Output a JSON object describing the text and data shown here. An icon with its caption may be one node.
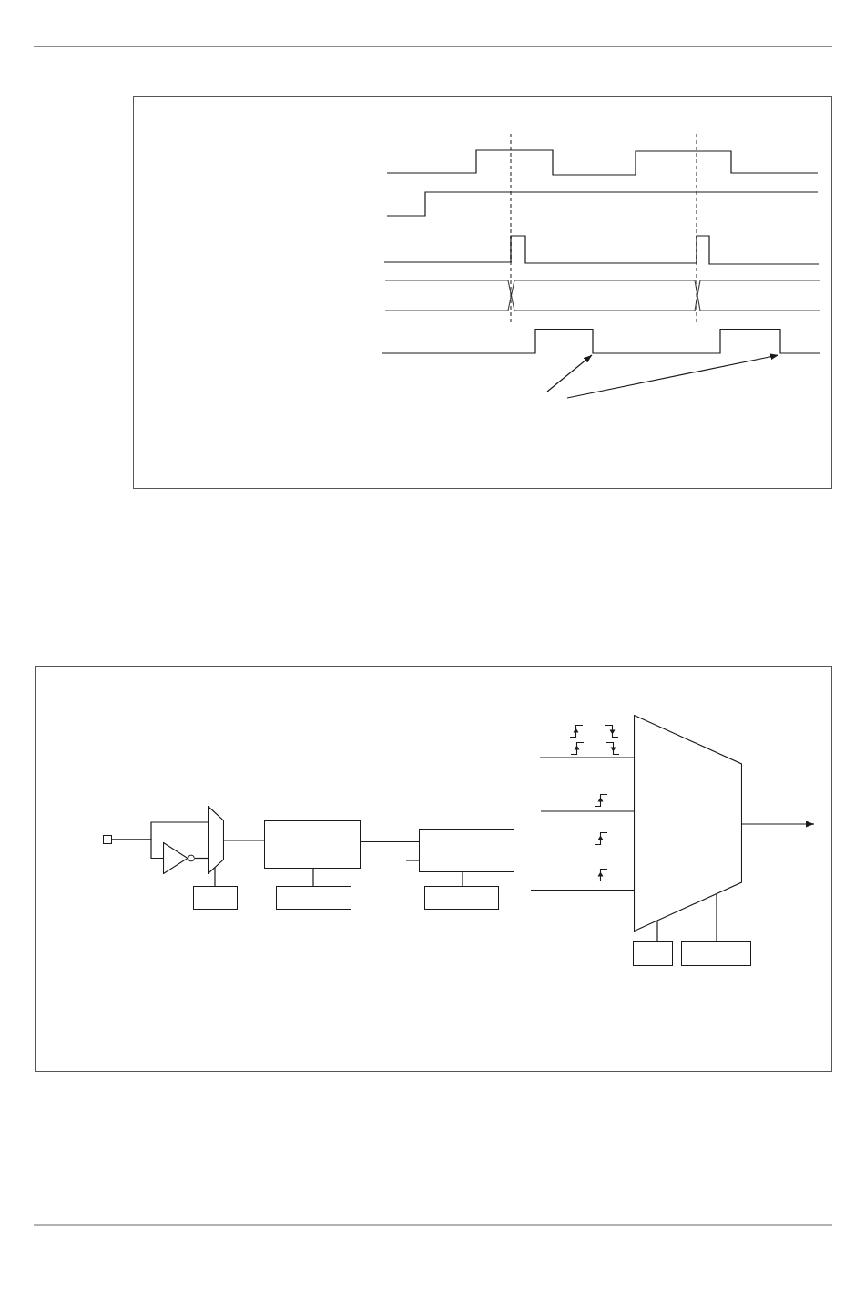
{
  "diagram": {
    "nodes": [
      {
        "text": [],
        "shape": "waveform"
      },
      {
        "text": [],
        "shape": "box"
      },
      {
        "text": [],
        "shape": "triangle"
      },
      {
        "text": [],
        "shape": "trapezoid"
      },
      {
        "text": [],
        "shape": "box"
      },
      {
        "text": [],
        "shape": "box"
      },
      {
        "text": [],
        "shape": "box"
      },
      {
        "text": [],
        "shape": "box"
      },
      {
        "text": [],
        "shape": "box"
      },
      {
        "text": [],
        "shape": "trapezoid"
      },
      {
        "text": [],
        "shape": "box"
      },
      {
        "text": [],
        "shape": "box"
      }
    ],
    "edges": [
      {
        "from": null,
        "to": 0,
        "arrow": "to"
      },
      {
        "from": null,
        "to": 0,
        "arrow": "to"
      },
      {
        "from": 1,
        "to": 3,
        "arrow": "none"
      },
      {
        "from": 1,
        "to": 2,
        "arrow": "none"
      },
      {
        "from": 2,
        "to": 3,
        "arrow": "none"
      },
      {
        "from": 4,
        "to": 3,
        "arrow": "none"
      },
      {
        "from": 3,
        "to": 5,
        "arrow": "none"
      },
      {
        "from": 6,
        "to": 5,
        "arrow": "none"
      },
      {
        "from": 5,
        "to": 7,
        "arrow": "none"
      },
      {
        "from": null,
        "to": 7,
        "arrow": "none"
      },
      {
        "from": 8,
        "to": 7,
        "arrow": "none"
      },
      {
        "from": null,
        "to": 9,
        "arrow": "none"
      },
      {
        "from": null,
        "to": 9,
        "arrow": "none"
      },
      {
        "from": 7,
        "to": 9,
        "arrow": "none"
      },
      {
        "from": null,
        "to": 9,
        "arrow": "none"
      },
      {
        "from": 9,
        "to": null,
        "arrow": "to"
      },
      {
        "from": 10,
        "to": 9,
        "arrow": "none"
      },
      {
        "from": 11,
        "to": 9,
        "arrow": "none"
      }
    ]
  }
}
